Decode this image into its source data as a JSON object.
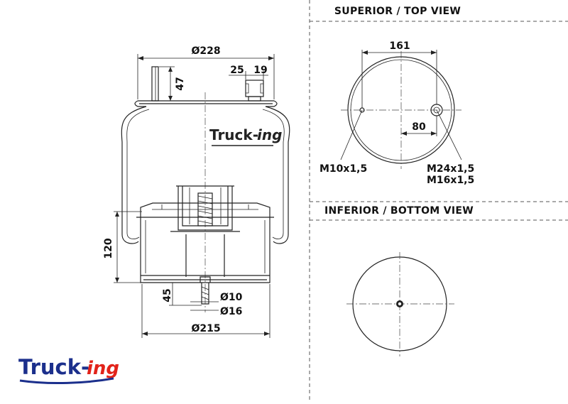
{
  "views": {
    "top_title": "SUPERIOR / TOP VIEW",
    "bottom_title": "INFERIOR / BOTTOM VIEW"
  },
  "dimensions": {
    "top_diameter": "Ø228",
    "stud_height": "47",
    "port_width": "25",
    "port_offset": "19",
    "height_120": "120",
    "height_45": "45",
    "bottom_thread_10": "Ø10",
    "bottom_thread_16": "Ø16",
    "base_diameter": "Ø215",
    "top_span": "161",
    "port_distance": "80"
  },
  "threads": {
    "left": "M10x1,5",
    "right_1": "M24x1,5",
    "right_2": "M16x1,5"
  },
  "brand": {
    "name_main": "Truck-",
    "name_script": "ing",
    "color_main": "#1b2f8c",
    "color_script": "#e2231a"
  }
}
